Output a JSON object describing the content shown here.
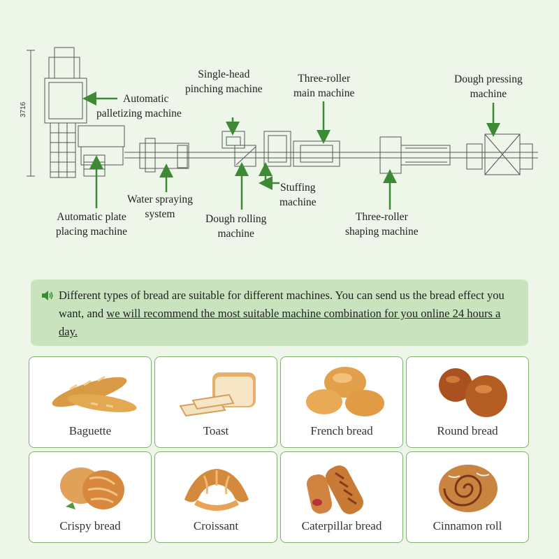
{
  "diagram": {
    "dimension": "3716",
    "labels": {
      "palletizing": [
        "Automatic",
        "palletizing machine"
      ],
      "pinching": [
        "Single-head",
        "pinching machine"
      ],
      "main": [
        "Three-roller",
        "main machine"
      ],
      "pressing": [
        "Dough pressing",
        "machine"
      ],
      "plate": [
        "Automatic plate",
        "placing machine"
      ],
      "water": [
        "Water spraying",
        "system"
      ],
      "rolling": [
        "Dough rolling",
        "machine"
      ],
      "stuffing": [
        "Stuffing",
        "machine"
      ],
      "shaping": [
        "Three-roller",
        "shaping machine"
      ]
    },
    "arrow_color": "#3d8a35"
  },
  "notice": {
    "text1": "Different types of bread are suitable for different machines. You can send us the bread effect you want, and ",
    "text2": "we will recommend the most suitable machine combination for you online 24 hours a day.",
    "icon": "speaker-icon"
  },
  "breads": [
    {
      "name": "Baguette",
      "icon": "baguette"
    },
    {
      "name": "Toast",
      "icon": "toast"
    },
    {
      "name": "French bread",
      "icon": "french-bread"
    },
    {
      "name": "Round bread",
      "icon": "round-bread"
    },
    {
      "name": "Crispy bread",
      "icon": "crispy-bread"
    },
    {
      "name": "Croissant",
      "icon": "croissant"
    },
    {
      "name": "Caterpillar bread",
      "icon": "caterpillar-bread"
    },
    {
      "name": "Cinnamon roll",
      "icon": "cinnamon-roll"
    }
  ]
}
